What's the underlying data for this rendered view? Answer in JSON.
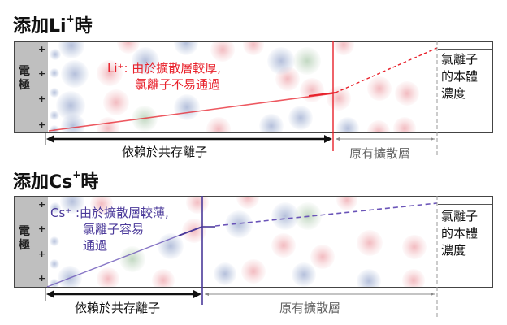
{
  "colors": {
    "li_accent": "#e8212b",
    "cs_accent": "#4b3a9a",
    "electrode_fill": "#bfbfbf",
    "frame": "#444444",
    "grey_text": "#666666"
  },
  "panels": [
    {
      "id": "li",
      "title_prefix": "添加",
      "title_ion": "Li",
      "title_sup": "+",
      "title_suffix": "時",
      "electrode_label": "電極",
      "electrode_charges": [
        "+",
        "+",
        "+",
        "+"
      ],
      "annotation_lines": [
        "Li⁺: 由於擴散層較厚,",
        "氯離子不易通過"
      ],
      "bulk_label_lines": [
        "氯離子",
        "的本體",
        "濃度"
      ],
      "coexisting_label": "依賴於共存離子",
      "original_layer_label": "原有擴散層"
    },
    {
      "id": "cs",
      "title_prefix": "添加",
      "title_ion": "Cs",
      "title_sup": "+",
      "title_suffix": "時",
      "electrode_label": "電極",
      "electrode_charges": [
        "+",
        "+",
        "+",
        "+"
      ],
      "annotation_lines": [
        "Cs⁺ :由於擴散層較薄,",
        "氯離子容易",
        "通過"
      ],
      "bulk_label_lines": [
        "氯離子",
        "的本體",
        "濃度"
      ],
      "coexisting_label": "依賴於共存離子",
      "original_layer_label": "原有擴散層"
    }
  ]
}
